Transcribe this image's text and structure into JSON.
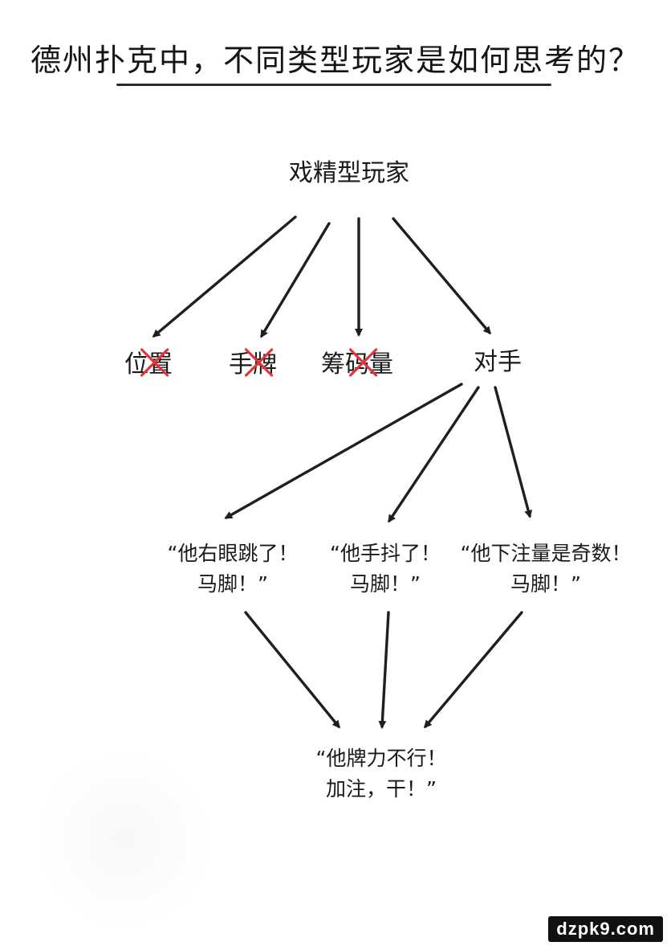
{
  "title": "德州扑克中，不同类型玩家是如何思考的？",
  "root": "戏精型玩家",
  "factors": {
    "position": "位置",
    "hand": "手牌",
    "chips": "筹码量",
    "opponent": "对手"
  },
  "crossed_out": [
    "position",
    "hand",
    "chips"
  ],
  "reads": [
    {
      "line1": "“他右眼跳了！",
      "line2": "马脚！”"
    },
    {
      "line1": "“他手抖了！",
      "line2": "马脚！”"
    },
    {
      "line1": "“他下注量是奇数！",
      "line2": "马脚！”"
    }
  ],
  "conclusion": {
    "line1": "“他牌力不行！",
    "line2": "加注，干！”"
  },
  "watermark": "dzpk9.com",
  "colors": {
    "cross": "#e0363a",
    "ink": "#1f1f1f"
  }
}
